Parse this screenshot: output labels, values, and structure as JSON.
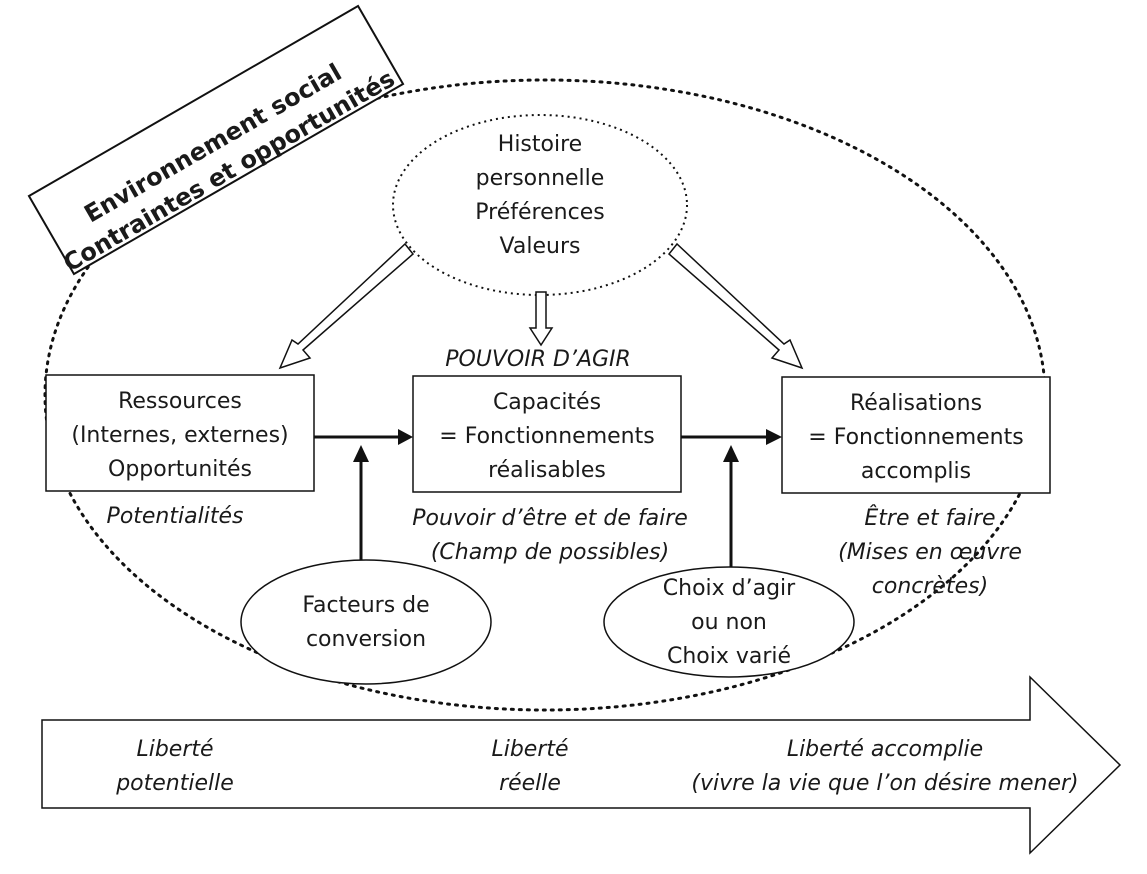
{
  "environment": {
    "line1": "Environnement social",
    "line2": "Contraintes et opportunités"
  },
  "histoire": {
    "line1": "Histoire",
    "line2": "personnelle",
    "line3": "Préférences",
    "line4": "Valeurs"
  },
  "pouvoir_agir": "POUVOIR D’AGIR",
  "ressources": {
    "line1": "Ressources",
    "line2": "(Internes, externes)",
    "line3": "Opportunités",
    "caption": "Potentialités"
  },
  "capacites": {
    "line1": "Capacités",
    "line2": "= Fonctionnements",
    "line3": "réalisables",
    "caption1": "Pouvoir d’être et de faire",
    "caption2": "(Champ de possibles)"
  },
  "realisations": {
    "line1": "Réalisations",
    "line2": "= Fonctionnements",
    "line3": "accomplis",
    "caption1": "Être et faire",
    "caption2": "(Mises en œuvre",
    "caption3": "concrètes)"
  },
  "facteurs": {
    "line1": "Facteurs de",
    "line2": "conversion"
  },
  "choix": {
    "line1": "Choix d’agir",
    "line2": "ou non",
    "line3": "Choix varié"
  },
  "arrow_bar": {
    "item1_line1": "Liberté",
    "item1_line2": "potentielle",
    "item2_line1": "Liberté",
    "item2_line2": "réelle",
    "item3_line1": "Liberté accomplie",
    "item3_line2": "(vivre la vie que l’on désire mener)"
  }
}
